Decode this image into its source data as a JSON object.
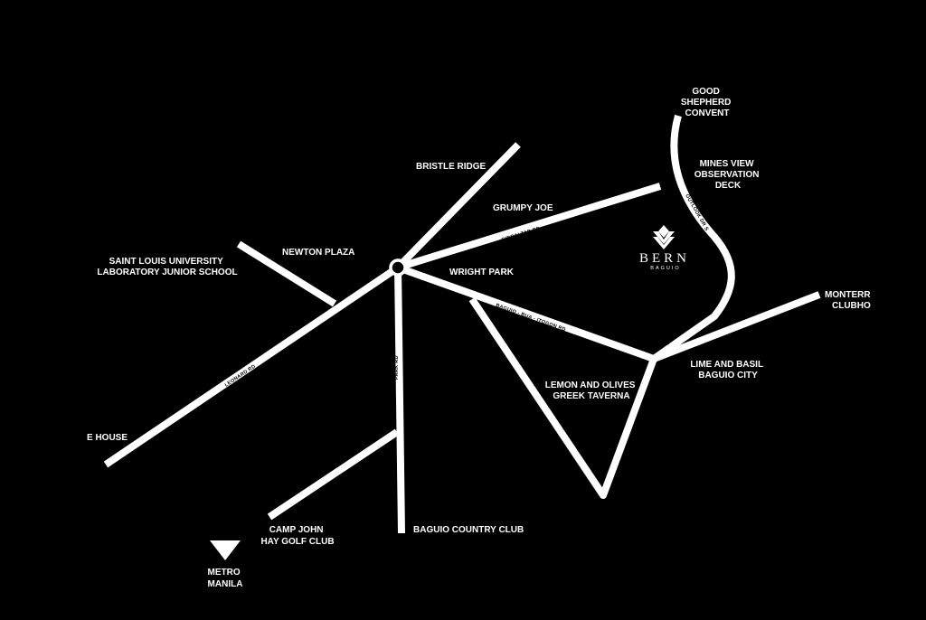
{
  "colors": {
    "background": "#000000",
    "road": "#ffffff",
    "text": "#ffffff"
  },
  "brand": {
    "name": "BERN",
    "sub": "BAGUIO",
    "icon": "bern-logo-icon"
  },
  "landmarks": {
    "good_shepherd": [
      "GOOD",
      "SHEPHERD",
      "CONVENT"
    ],
    "mines_view": [
      "MINES VIEW",
      "OBSERVATION",
      "DECK"
    ],
    "bristle_ridge": [
      "BRISTLE RIDGE"
    ],
    "grumpy_joe": [
      "GRUMPY JOE"
    ],
    "newton_plaza": [
      "NEWTON PLAZA"
    ],
    "saint_louis": [
      "SAINT LOUIS UNIVERSITY",
      "LABORATORY JUNIOR SCHOOL"
    ],
    "wright_park": [
      "WRIGHT PARK"
    ],
    "monterrazas": [
      "MONTERR",
      "CLUBHO"
    ],
    "lime_and_basil": [
      "LIME AND BASIL",
      "BAGUIO CITY"
    ],
    "lemon_and_olives": [
      "LEMON AND OLIVES",
      "GREEK TAVERNA"
    ],
    "the_house": [
      "E HOUSE"
    ],
    "camp_john_hay": [
      "CAMP JOHN",
      "HAY GOLF CLUB"
    ],
    "baguio_country_club": [
      "BAGUIO COUNTRY CLUB"
    ],
    "metro_manila": [
      "METRO",
      "MANILA"
    ]
  },
  "roads": {
    "gibraltar": "GIBRALTAR RD",
    "baguio_bua_itogon": "BAGUIO - BUA - ITOGON RD",
    "leonard_wood": "LEONARD RD",
    "park": "PARK RD",
    "outlook_dr_a": "OUTLOOK DR S",
    "outlook_dr_b": "OUTLOOK DR S"
  },
  "metro_manila_marker_icon": "down-triangle-icon"
}
